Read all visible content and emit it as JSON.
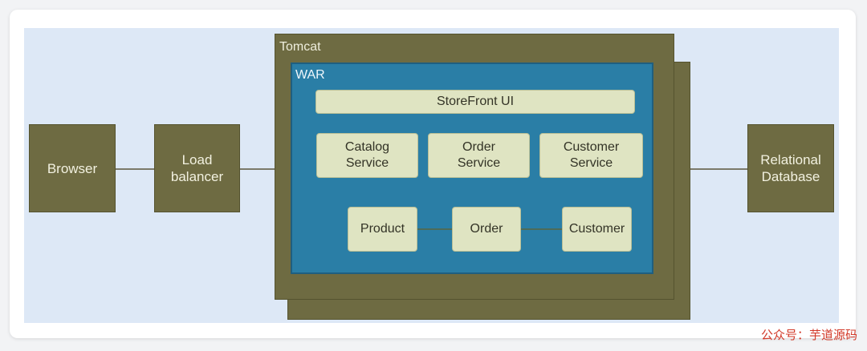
{
  "nodes": {
    "browser": "Browser",
    "load_balancer": "Load\nbalancer",
    "tomcat": "Tomcat",
    "war": "WAR",
    "storefront_ui": "StoreFront UI",
    "catalog_service": "Catalog\nService",
    "order_service": "Order\nService",
    "customer_service": "Customer\nService",
    "product": "Product",
    "order": "Order",
    "customer": "Customer",
    "relational_database": "Relational\nDatabase"
  },
  "watermark": "公众号：芋道源码",
  "colors": {
    "background": "#dde8f6",
    "olive": "#6e6b42",
    "war_blue": "#2a7ea6",
    "pale_box": "#dfe4c2",
    "watermark": "#d23a2a"
  }
}
